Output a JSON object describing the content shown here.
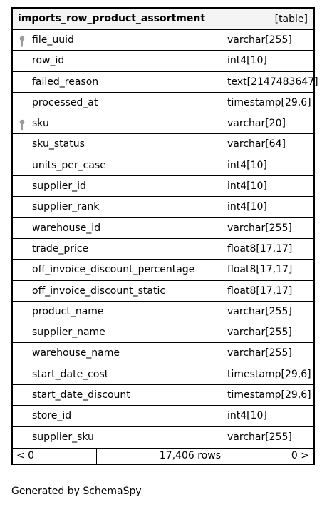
{
  "table": {
    "name": "imports_row_product_assortment",
    "type_label": "[table]",
    "columns": [
      {
        "name": "file_uuid",
        "type": "varchar[255]",
        "key_icon": "key-icon"
      },
      {
        "name": "row_id",
        "type": "int4[10]"
      },
      {
        "name": "failed_reason",
        "type": "text[2147483647]"
      },
      {
        "name": "processed_at",
        "type": "timestamp[29,6]"
      },
      {
        "name": "sku",
        "type": "varchar[20]",
        "key_icon": "key-icon"
      },
      {
        "name": "sku_status",
        "type": "varchar[64]"
      },
      {
        "name": "units_per_case",
        "type": "int4[10]"
      },
      {
        "name": "supplier_id",
        "type": "int4[10]"
      },
      {
        "name": "supplier_rank",
        "type": "int4[10]"
      },
      {
        "name": "warehouse_id",
        "type": "varchar[255]"
      },
      {
        "name": "trade_price",
        "type": "float8[17,17]"
      },
      {
        "name": "off_invoice_discount_percentage",
        "type": "float8[17,17]"
      },
      {
        "name": "off_invoice_discount_static",
        "type": "float8[17,17]"
      },
      {
        "name": "product_name",
        "type": "varchar[255]"
      },
      {
        "name": "supplier_name",
        "type": "varchar[255]"
      },
      {
        "name": "warehouse_name",
        "type": "varchar[255]"
      },
      {
        "name": "start_date_cost",
        "type": "timestamp[29,6]"
      },
      {
        "name": "start_date_discount",
        "type": "timestamp[29,6]"
      },
      {
        "name": "store_id",
        "type": "int4[10]"
      },
      {
        "name": "supplier_sku",
        "type": "varchar[255]"
      }
    ],
    "footer": {
      "left": "< 0",
      "rows": "17,406 rows",
      "right": "0 >"
    }
  },
  "generated_by": "Generated by SchemaSpy",
  "colors": {
    "border": "#000000",
    "header_bg": "#f4f4f4",
    "key_icon": "#9a9a9a"
  }
}
